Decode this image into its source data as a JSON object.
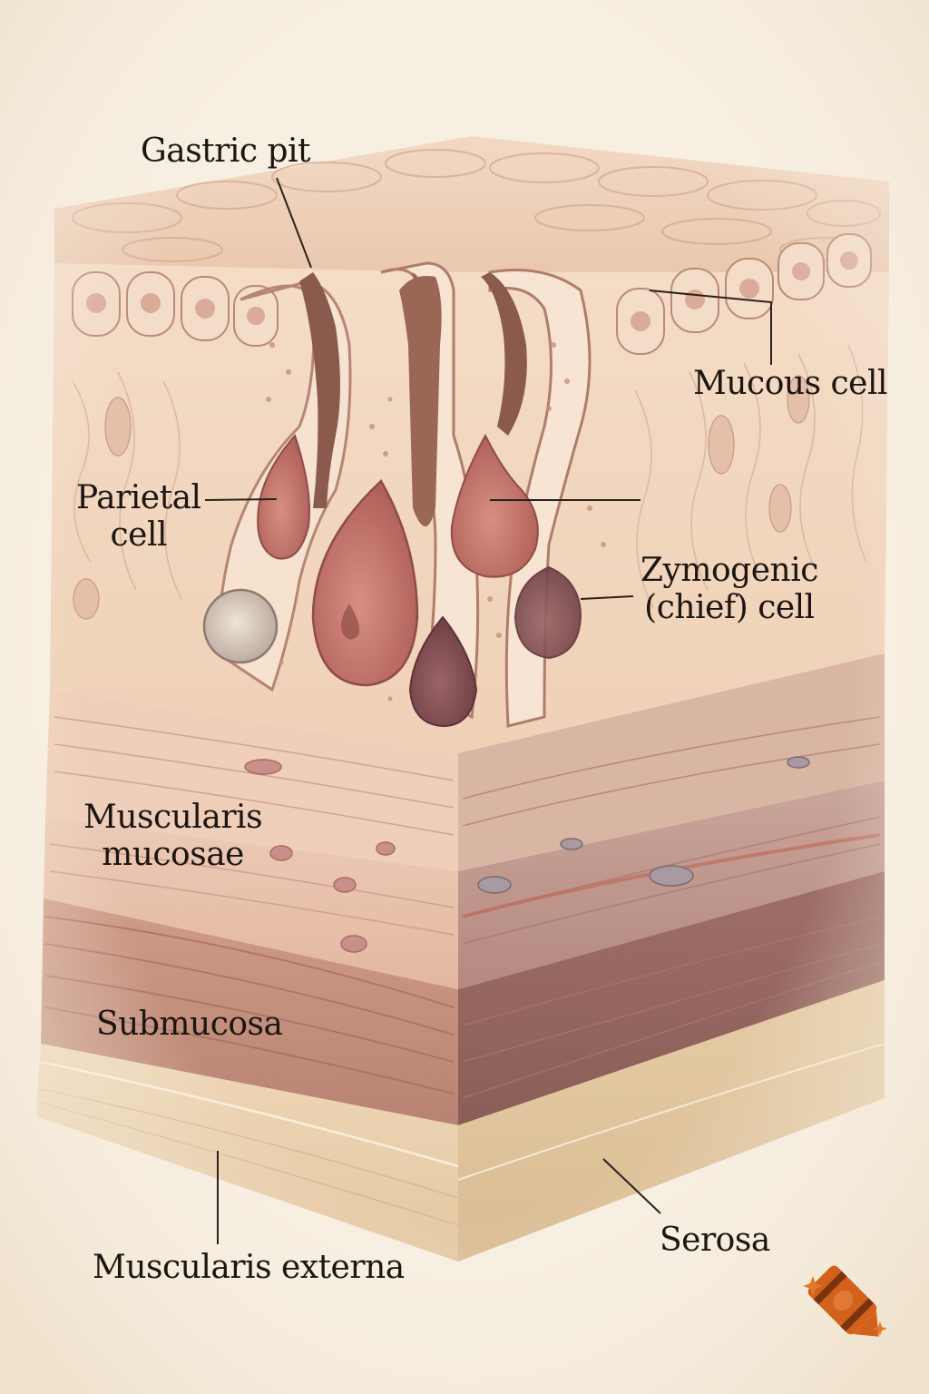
{
  "diagram": {
    "labels": {
      "gastric_pit": "Gastric pit",
      "mucous_cell": "Mucous cell",
      "parietal_cell_line1": "Parietal",
      "parietal_cell_line2": "cell",
      "zymogenic_line1": "Zymogenic",
      "zymogenic_line2": "(chief) cell",
      "muscularis_mucosae_line1": "Muscularis",
      "muscularis_mucosae_line2": "mucosae",
      "submucosa": "Submucosa",
      "muscularis_externa": "Muscularis externa",
      "serosa": "Serosa"
    },
    "logo": {
      "icon": "crayon-icon",
      "color": "#d2611c"
    },
    "colors": {
      "background": "#f7efe2",
      "mucosa": "#f0d6bf",
      "muscularis_mucosae": "#e7c0aa",
      "submucosa": "#c89482",
      "muscularis_externa": "#ecd5b4",
      "parietal": "#c9776c",
      "chief": "#8a5356",
      "leader_line": "#2a211c"
    }
  }
}
